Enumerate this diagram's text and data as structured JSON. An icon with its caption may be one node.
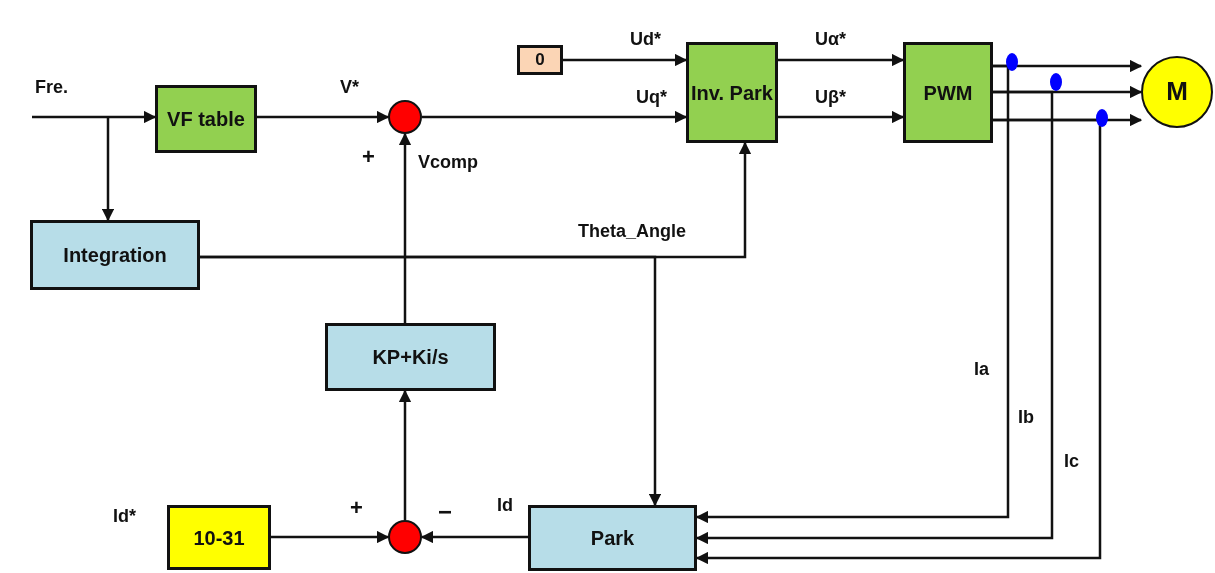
{
  "diagram": {
    "nodes": [
      {
        "text": [
          "VF table"
        ]
      },
      {
        "text": [
          "Integration"
        ]
      },
      {
        "text": [],
        "shape": "circle"
      },
      {
        "text": [
          "0"
        ]
      },
      {
        "text": [
          "Inv. Park"
        ]
      },
      {
        "text": [
          "PWM"
        ]
      },
      {
        "text": [
          "M"
        ]
      },
      {
        "text": [
          "KP+Ki/s"
        ]
      },
      {
        "text": [
          "10-31"
        ],
        "beside": [
          "Id*"
        ]
      },
      {
        "text": [],
        "shape": "circle"
      },
      {
        "text": [
          "Park"
        ]
      }
    ],
    "edges": [
      {
        "from": null,
        "to": 0,
        "arrow": "to",
        "label": "Fre."
      },
      {
        "from": null,
        "to": 1,
        "arrow": "to"
      },
      {
        "from": 0,
        "to": 2,
        "arrow": "to",
        "label": "V*"
      },
      {
        "from": 2,
        "to": 4,
        "arrow": "to",
        "label": "Uq*"
      },
      {
        "from": 3,
        "to": 4,
        "arrow": "to",
        "label": "Ud*"
      },
      {
        "from": 1,
        "to": 4,
        "arrow": "to",
        "label": "Theta_Angle"
      },
      {
        "from": 1,
        "to": 10,
        "arrow": "to"
      },
      {
        "from": 4,
        "to": 5,
        "arrow": "to",
        "label": "Uα*"
      },
      {
        "from": 4,
        "to": 5,
        "arrow": "to",
        "label": "Uβ*"
      },
      {
        "from": 5,
        "to": 6,
        "arrow": "to"
      },
      {
        "from": 5,
        "to": 6,
        "arrow": "to"
      },
      {
        "from": 5,
        "to": 6,
        "arrow": "to"
      },
      {
        "from": 5,
        "to": 10,
        "arrow": "to",
        "label": "Ia"
      },
      {
        "from": 5,
        "to": 10,
        "arrow": "to",
        "label": "Ib"
      },
      {
        "from": 5,
        "to": 10,
        "arrow": "to",
        "label": "Ic"
      },
      {
        "from": 8,
        "to": 9,
        "arrow": "to"
      },
      {
        "from": 10,
        "to": 9,
        "arrow": "to",
        "label": "Id"
      },
      {
        "from": 9,
        "to": 7,
        "arrow": "to"
      },
      {
        "from": 7,
        "to": 2,
        "arrow": "to",
        "label": "Vcomp"
      }
    ],
    "labels": [
      "+",
      "+",
      "−"
    ]
  }
}
